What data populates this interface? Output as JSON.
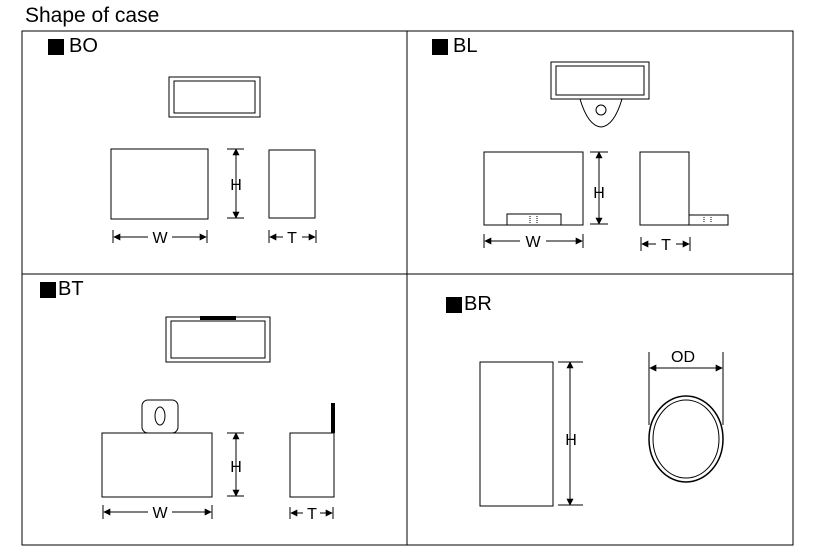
{
  "title": "Shape of case",
  "panels": {
    "bo": {
      "label": "BO"
    },
    "bl": {
      "label": "BL"
    },
    "bt": {
      "label": "BT"
    },
    "br": {
      "label": "BR"
    }
  },
  "dims": {
    "w": "W",
    "h": "H",
    "t": "T",
    "od": "OD"
  }
}
